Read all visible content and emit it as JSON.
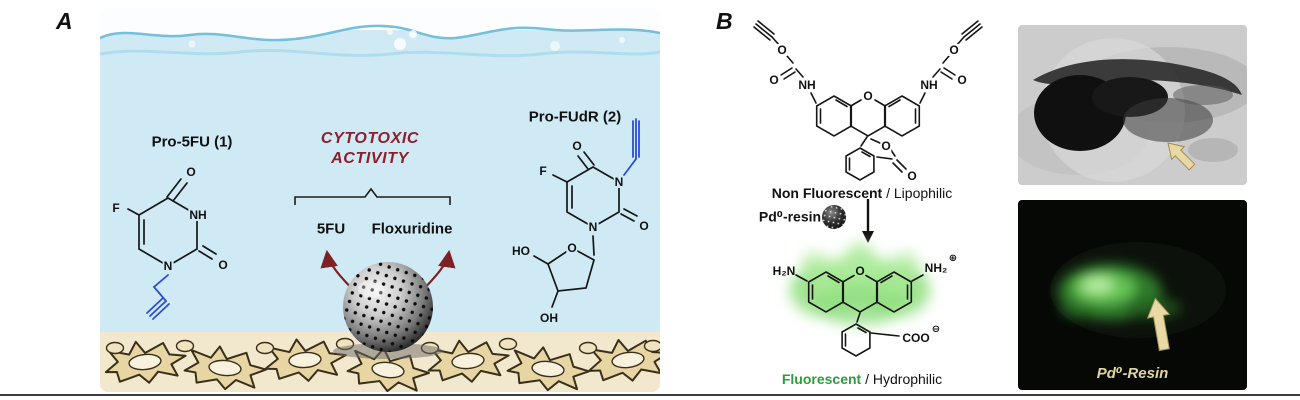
{
  "figure": {
    "panel_a": {
      "label": "A",
      "pro_5fu_label": "Pro-5FU (1)",
      "pro_fudr_label": "Pro-FUdR (2)",
      "cytotoxic_line1": "CYTOTOXIC",
      "cytotoxic_line2": "ACTIVITY",
      "product_left": "5FU",
      "product_right": "Floxuridine",
      "fu_atoms": {
        "f": "F",
        "o_top": "O",
        "nh": "NH",
        "n": "N",
        "o_bottom": "O"
      },
      "fudr_atoms": {
        "f": "F",
        "o_top": "O",
        "o_right": "O",
        "n3": "N",
        "n1": "N",
        "o_sugar": "O",
        "ho": "HO",
        "oh": "OH"
      }
    },
    "panel_b": {
      "label": "B",
      "top_atoms": {
        "o_ester_left": "O",
        "o_carbonyl_left": "O",
        "nh_left": "NH",
        "o_bridge": "O",
        "nh_right": "NH",
        "o_ester_right": "O",
        "o_carbonyl_right": "O",
        "o_lactone": "O",
        "o_lactone_carbonyl": "O"
      },
      "non_fluorescent_label": "Non Fluorescent",
      "non_fluorescent_suffix": " / Lipophilic",
      "pd_resin_label": "Pd⁰-resin",
      "bottom_atoms": {
        "h2n": "H₂N",
        "o_bridge": "O",
        "nh2": "NH₂",
        "nh2_charge": "⊕",
        "coo": "COO",
        "coo_charge": "⊖"
      },
      "fluorescent_label": "Fluorescent",
      "fluorescent_suffix": " / Hydrophilic",
      "micrograph_caption": "Pd⁰-Resin"
    },
    "colors": {
      "maroon": "#8B1F2C",
      "chain_blue": "#2B4FD0",
      "green_text": "#2E9C3C",
      "water": "#CFEAF4",
      "cell_bg": "#F2E8CD",
      "arrow_tan": "#E8D8A3"
    }
  }
}
